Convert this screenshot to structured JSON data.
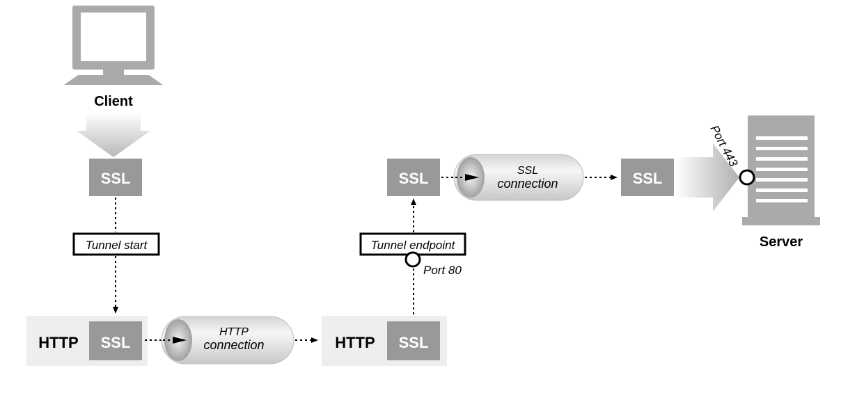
{
  "client": {
    "label": "Client"
  },
  "server": {
    "label": "Server"
  },
  "boxes": {
    "client_ssl": "SSL",
    "proxy_left_http": "HTTP",
    "proxy_left_ssl": "SSL",
    "proxy_right_http": "HTTP",
    "proxy_right_ssl": "SSL",
    "endpoint_ssl": "SSL",
    "server_ssl": "SSL"
  },
  "tunnel_start": {
    "label": "Tunnel start"
  },
  "tunnel_endpoint": {
    "label": "Tunnel endpoint"
  },
  "port_80": {
    "label": "Port 80"
  },
  "port_443": {
    "label": "Port 443"
  },
  "http_connection": {
    "line1": "HTTP",
    "line2": "connection"
  },
  "ssl_connection": {
    "line1": "SSL",
    "line2": "connection"
  },
  "colors": {
    "gray_box": "#999999",
    "light_panel": "#eeeeee",
    "icon_gray": "#aaaaaa",
    "line": "#000000"
  }
}
